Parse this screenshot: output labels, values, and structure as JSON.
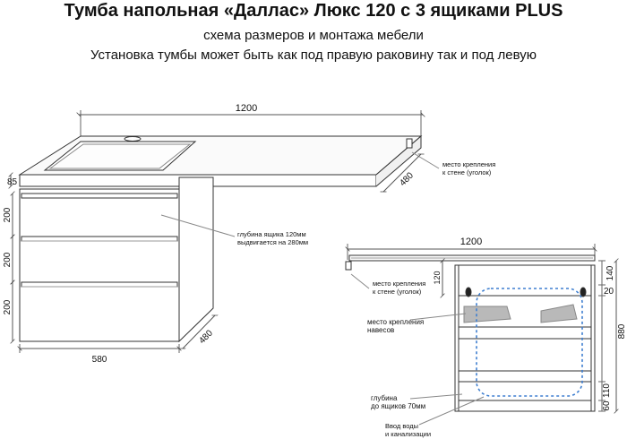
{
  "header": {
    "title": "Тумба напольная «Даллас» Люкс 120 с 3 ящиками PLUS",
    "subtitle": "схема размеров и монтажа мебели",
    "note": "Установка тумбы может быть как под правую раковину так и под левую"
  },
  "left_view": {
    "width_top": "1200",
    "depth_top": "480",
    "top_thickness": "85",
    "drawer_height_1": "200",
    "drawer_height_2": "200",
    "drawer_height_3": "200",
    "base_width": "580",
    "base_depth": "480",
    "wall_mount_label_1": "место крепления",
    "wall_mount_label_2": "к стене (уголок)",
    "drawer_depth_label_1": "глубина ящика 120мм",
    "drawer_depth_label_2": "выдвигается на 280мм"
  },
  "right_view": {
    "width": "1200",
    "dim_120": "120",
    "dim_140": "140",
    "dim_20": "20",
    "dim_880": "880",
    "dim_110": "110",
    "dim_60": "60",
    "wall_mount_label_1": "место крепления",
    "wall_mount_label_2": "к стене (уголок)",
    "hinge_mount_label_1": "место крепления",
    "hinge_mount_label_2": "навесов",
    "drawer_depth_label_1": "глубина",
    "drawer_depth_label_2": "до ящиков 70мм",
    "utility_label_1": "Ввод воды",
    "utility_label_2": "и канализации"
  },
  "colors": {
    "line": "#333333",
    "dim": "#555555",
    "dashed": "#3f7fd0",
    "hinge": "#b9b9b9"
  }
}
